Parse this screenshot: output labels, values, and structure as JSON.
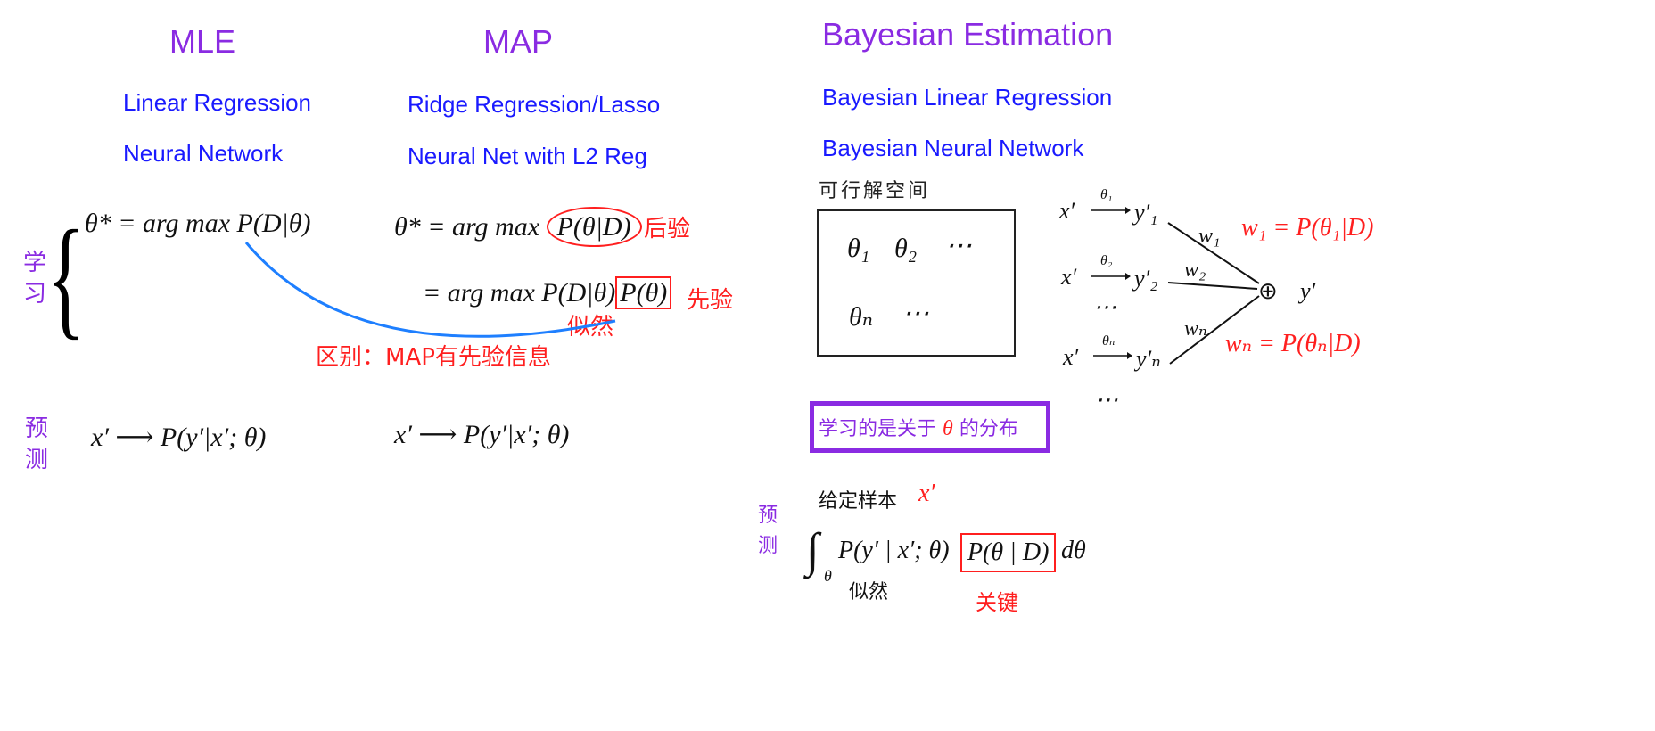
{
  "headings": {
    "mle": "MLE",
    "map": "MAP",
    "bayes": "Bayesian Estimation"
  },
  "mle_models": [
    "Linear Regression",
    "Neural Network"
  ],
  "map_models": [
    "Ridge Regression/Lasso",
    "Neural Net with L2 Reg"
  ],
  "bayes_models": [
    "Bayesian Linear Regression",
    "Bayesian Neural Network"
  ],
  "labels": {
    "learn_1": "学",
    "learn_2": "习",
    "pred_1": "预",
    "pred_2": "测",
    "posterior": "后验",
    "prior": "先验",
    "likelihood": "似然",
    "difference": "区别：MAP有先验信息",
    "feasible_space": "可行解空间",
    "learns_dist_pre": "学习的是关于",
    "learns_dist_theta": "θ",
    "learns_dist_post": "的分布",
    "given_sample": "给定样本",
    "given_sample_x": "x′",
    "likelihood2": "似然",
    "key": "关键"
  },
  "formulas": {
    "mle_learn": "θ* = arg max P(D|θ)",
    "map_learn_1_lhs": "θ* =  arg max",
    "map_learn_1_posterior": "P(θ|D)",
    "map_learn_2_lhs": "=  arg max P(D|θ)",
    "map_learn_2_prior": "P(θ)",
    "mle_pred": "x′  ⟶  P(y′|x′; θ)",
    "map_pred": "x′  ⟶  P(y′|x′; θ)",
    "bayes_integral": "P(y′ | x′; θ)",
    "bayes_posterior": "P(θ | D)",
    "dtheta": "dθ"
  },
  "space_box": {
    "row1": [
      "θ₁",
      "θ₂",
      "⋯"
    ],
    "row2": [
      "θₙ",
      "⋯"
    ]
  },
  "ensemble": {
    "rows": [
      {
        "x": "x′",
        "arrow": "θ₁",
        "y": "y′₁",
        "w": "w₁"
      },
      {
        "x": "x′",
        "arrow": "θ₂",
        "y": "y′₂",
        "w": "w₂"
      },
      {
        "x": "x′",
        "arrow": "θₙ",
        "y": "y′ₙ",
        "w": "wₙ"
      }
    ],
    "dots_mid": "⋯",
    "dots_bottom": "⋯",
    "oplus": "⊕",
    "output": "y′",
    "w1_eq": "w₁ = P(θ₁|D)",
    "wn_eq": "wₙ = P(θₙ|D)"
  },
  "colors": {
    "title": "#8a2be2",
    "model_links": "#1a1aff",
    "annotation": "#ff1f1f",
    "curve": "#1e7fff"
  }
}
